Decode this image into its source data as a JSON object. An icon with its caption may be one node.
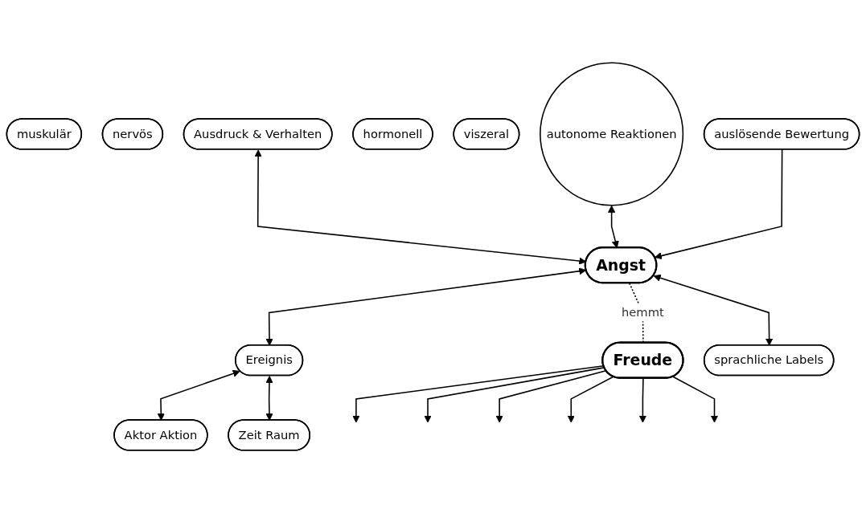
{
  "diagram": {
    "nodes": [
      {
        "text": [
          "muskulär"
        ]
      },
      {
        "text": [
          "nervös"
        ]
      },
      {
        "text": [
          "autonome Reaktionen"
        ]
      },
      {
        "text": [
          "hormonell"
        ]
      },
      {
        "text": [
          "viszeral"
        ]
      },
      {
        "text": [
          "Ausdruck & Verhalten"
        ]
      },
      {
        "text": [
          "Angst"
        ]
      },
      {
        "text": [
          "Freude"
        ]
      },
      {
        "text": [
          "auslösende Bewertung"
        ]
      },
      {
        "text": [
          "Ereignis"
        ]
      },
      {
        "text": [
          "sprachliche Labels"
        ]
      },
      {
        "text": [
          "Aktor Aktion"
        ]
      },
      {
        "text": [
          "Zeit Raum"
        ]
      }
    ],
    "edges": [
      {
        "from": 5,
        "to": 6,
        "arrow": "both"
      },
      {
        "from": 2,
        "to": 6,
        "arrow": "both"
      },
      {
        "from": 8,
        "to": 6,
        "arrow": "to"
      },
      {
        "from": 6,
        "to": 10,
        "arrow": "both"
      },
      {
        "from": 6,
        "to": 9,
        "arrow": "both"
      },
      {
        "from": 9,
        "to": 11,
        "arrow": "both"
      },
      {
        "from": 9,
        "to": 12,
        "arrow": "both"
      },
      {
        "from": 6,
        "to": 7,
        "label": "hemmt",
        "arrow": "none",
        "style": "dashed"
      },
      {
        "from": 7,
        "to": null,
        "arrow": "to"
      },
      {
        "from": 7,
        "to": null,
        "arrow": "to"
      },
      {
        "from": 7,
        "to": null,
        "arrow": "to"
      },
      {
        "from": 7,
        "to": null,
        "arrow": "to"
      },
      {
        "from": 7,
        "to": null,
        "arrow": "to"
      },
      {
        "from": 7,
        "to": null,
        "arrow": "to"
      }
    ]
  }
}
